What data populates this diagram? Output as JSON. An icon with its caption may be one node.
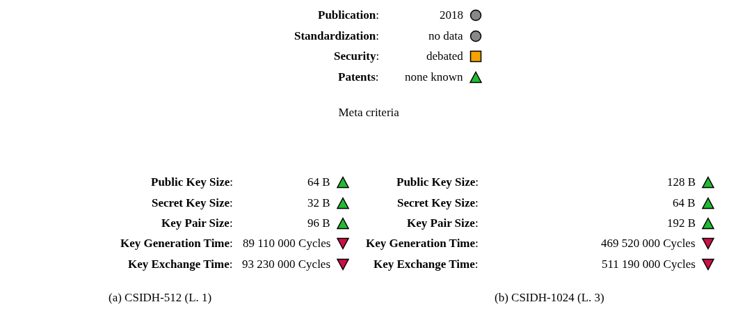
{
  "diagram": {
    "labels": [
      "**Publication**:",
      "2018",
      "**Standardization**:",
      "no data",
      "**Security**:",
      "debated",
      "**Patents**:",
      "none known",
      "Meta criteria",
      "**Public Key Size**:",
      "64 B",
      "**Secret Key Size**:",
      "32 B",
      "**Key Pair Size**:",
      "96 B",
      "**Key Generation Time**:",
      "89 110 000 Cycles",
      "**Key Exchange Time**:",
      "93 230 000 Cycles",
      "(a) CSIDH-512 (L. 1)",
      "**Public Key Size**:",
      "128 B",
      "**Secret Key Size**:",
      "64 B",
      "**Key Pair Size**:",
      "192 B",
      "**Key Generation Time**:",
      "469 520 000 Cycles",
      "**Key Exchange Time**:",
      "511 190 000 Cycles",
      "(b) CSIDH-1024 (L. 3)"
    ]
  }
}
